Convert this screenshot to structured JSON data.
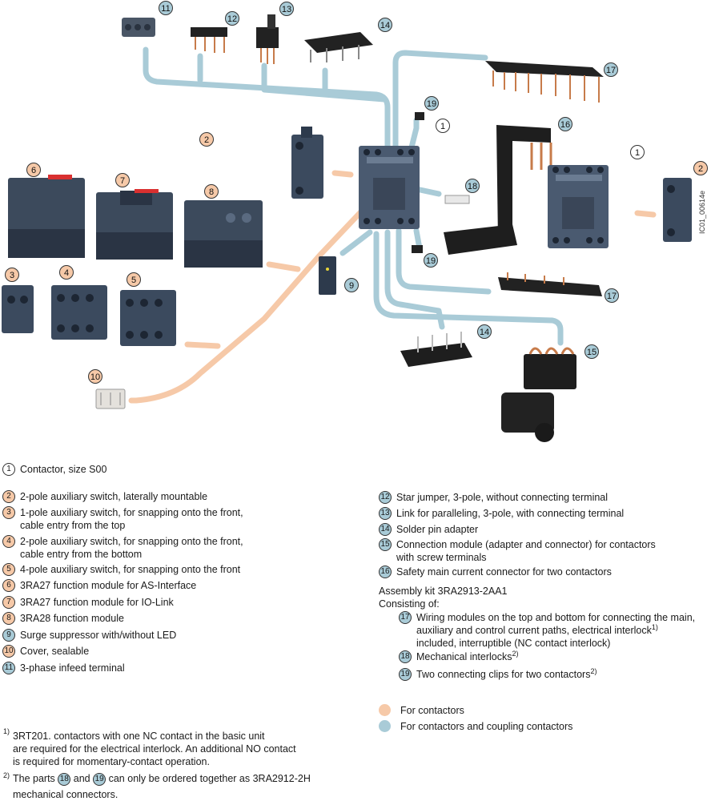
{
  "image_code": "IC01_00614e",
  "diagram_labels": [
    "11",
    "12",
    "13",
    "14",
    "2",
    "19",
    "1",
    "16",
    "17",
    "6",
    "7",
    "8",
    "1",
    "2",
    "18",
    "3",
    "4",
    "5",
    "9",
    "19",
    "17",
    "14",
    "15",
    "10"
  ],
  "legend_left": [
    {
      "n": "1",
      "color": "white",
      "text": "Contactor, size S00"
    },
    {
      "n": "2",
      "color": "orange",
      "text": "2-pole auxiliary switch, laterally mountable"
    },
    {
      "n": "3",
      "color": "orange",
      "text": "1-pole auxiliary switch, for snapping onto the front,\ncable entry from the top"
    },
    {
      "n": "4",
      "color": "orange",
      "text": "2-pole auxiliary switch, for snapping onto the front,\ncable entry from the bottom"
    },
    {
      "n": "5",
      "color": "orange",
      "text": "4-pole auxiliary switch, for snapping onto the front"
    },
    {
      "n": "6",
      "color": "orange",
      "text": "3RA27 function module for AS-Interface"
    },
    {
      "n": "7",
      "color": "orange",
      "text": "3RA27 function module for IO-Link"
    },
    {
      "n": "8",
      "color": "orange",
      "text": "3RA28 function module"
    },
    {
      "n": "9",
      "color": "blue",
      "text": "Surge suppressor with/without LED"
    },
    {
      "n": "10",
      "color": "orange",
      "text": "Cover, sealable"
    },
    {
      "n": "11",
      "color": "blue",
      "text": "3-phase infeed terminal"
    }
  ],
  "legend_right": [
    {
      "n": "12",
      "color": "blue",
      "text": "Star jumper, 3-pole, without connecting terminal"
    },
    {
      "n": "13",
      "color": "blue",
      "text": "Link for paralleling, 3-pole, with connecting terminal"
    },
    {
      "n": "14",
      "color": "blue",
      "text": "Solder pin adapter"
    },
    {
      "n": "15",
      "color": "blue",
      "text": "Connection module (adapter and connector) for contactors\nwith screw terminals"
    },
    {
      "n": "16",
      "color": "blue",
      "text": "Safety main current connector for two contactors"
    }
  ],
  "assembly": {
    "title": "Assembly kit 3RA2913-2AA1",
    "subtitle": "Consisting of:",
    "items": [
      {
        "n": "17",
        "text": "Wiring modules on the top and bottom for connecting the main,\nauxiliary and control current paths, electrical interlock",
        "sup": "1)",
        "text2": "included, interruptible (NC contact interlock)"
      },
      {
        "n": "18",
        "text": "Mechanical interlocks",
        "sup": "2)"
      },
      {
        "n": "19",
        "text": "Two connecting clips for two contactors",
        "sup": "2)"
      }
    ]
  },
  "color_legend": [
    {
      "color": "#f6c9a8",
      "text": "For contactors"
    },
    {
      "color": "#a9cbd7",
      "text": "For contactors and coupling contactors"
    }
  ],
  "footnotes": {
    "fn1_mark": "1)",
    "fn1_text": "3RT201. contactors with one NC contact in the basic unit\nare required for the electrical interlock. An additional NO contact\nis required for momentary-contact operation.",
    "fn2_mark": "2)",
    "fn2_pre": "The parts",
    "fn2_b1": "18",
    "fn2_mid": "and",
    "fn2_b2": "19",
    "fn2_post": "can only be ordered together as 3RA2912-2H",
    "fn2_line2": "mechanical connectors."
  }
}
